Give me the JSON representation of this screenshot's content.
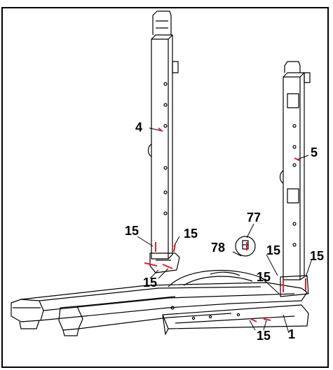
{
  "title_fragment": "g",
  "callouts": {
    "part_4": "4",
    "part_5": "5",
    "part_1": "1",
    "part_77": "77",
    "part_78": "78",
    "bolt_a": "15",
    "bolt_b": "15",
    "bolt_c": "15",
    "bolt_d": "15",
    "bolt_e": "15",
    "bolt_f": "15",
    "bolt_g": "15"
  },
  "colors": {
    "line": "#000000",
    "highlight": "#e0202a"
  }
}
